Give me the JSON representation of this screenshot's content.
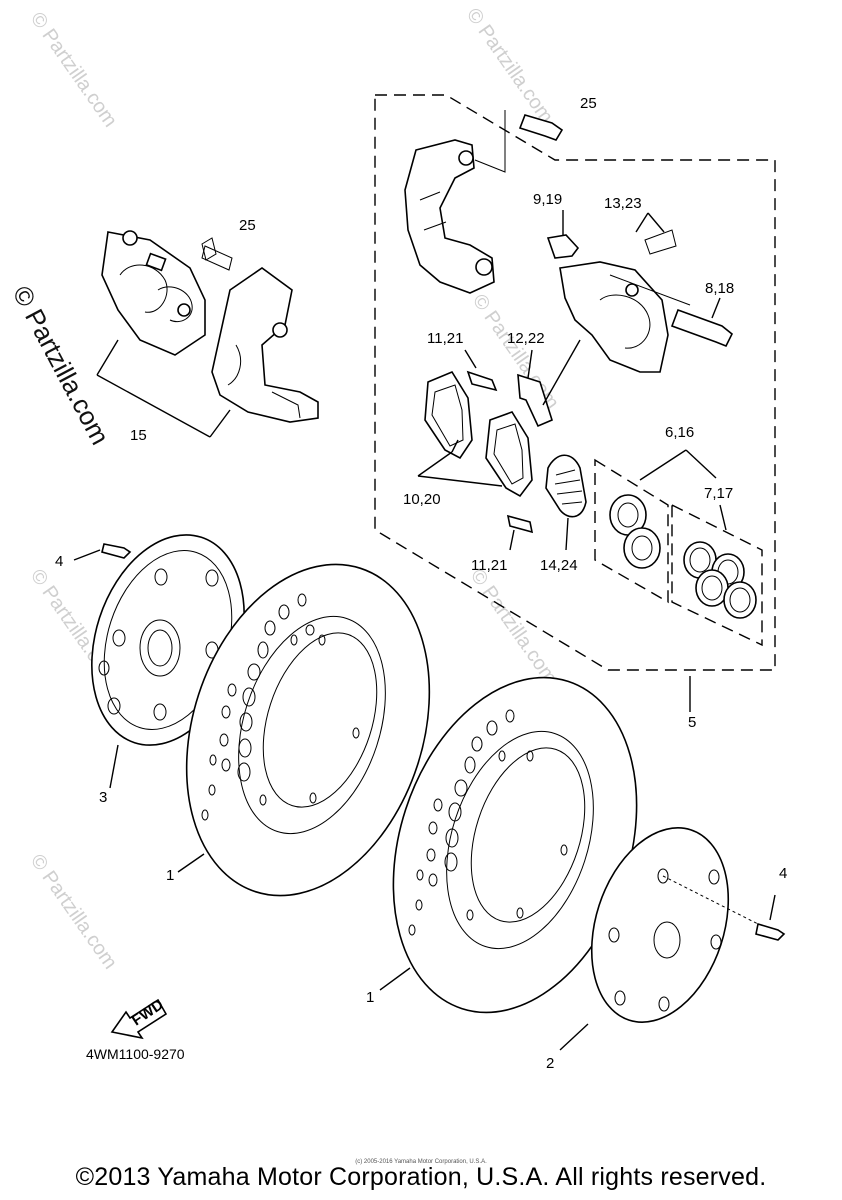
{
  "callouts": {
    "c1a": "1",
    "c1b": "1",
    "c2": "2",
    "c3": "3",
    "c4a": "4",
    "c4b": "4",
    "c5": "5",
    "c6_16": "6,16",
    "c7_17": "7,17",
    "c8_18": "8,18",
    "c9_19": "9,19",
    "c10_20": "10,20",
    "c11_21a": "11,21",
    "c11_21b": "11,21",
    "c12_22": "12,22",
    "c13_23": "13,23",
    "c14_24": "14,24",
    "c15": "15",
    "c25a": "25",
    "c25b": "25"
  },
  "fwd_label": "FWD",
  "diagram_code": "4WM1100-9270",
  "watermark": "© Partzilla.com",
  "footer": "©2013 Yamaha Motor Corporation, U.S.A. All rights reserved.",
  "footer_small": "(c) 2005-2016 Yamaha Motor Corporation, U.S.A."
}
